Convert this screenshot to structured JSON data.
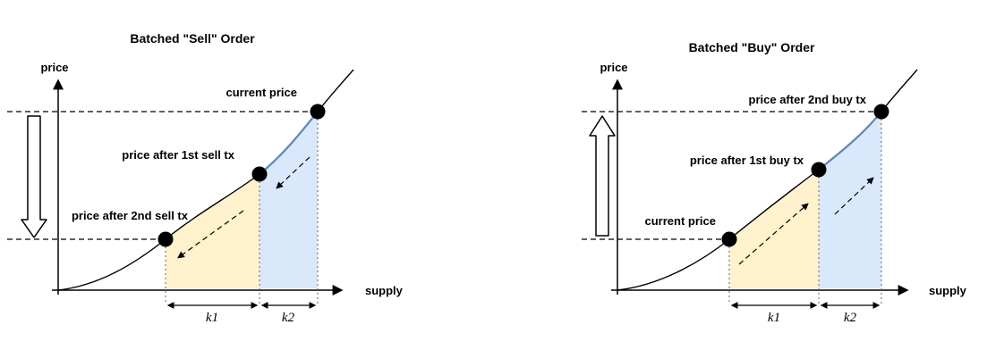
{
  "sell_panel": {
    "title": "Batched \"Sell\" Order",
    "price_axis": "price",
    "supply_axis": "supply",
    "labels": {
      "current": "current price",
      "after_first": "price after 1st sell tx",
      "after_second": "price after 2nd sell tx",
      "k1": "k1",
      "k2": "k2"
    }
  },
  "buy_panel": {
    "title": "Batched \"Buy\" Order",
    "price_axis": "price",
    "supply_axis": "supply",
    "labels": {
      "current": "current price",
      "after_first": "price after 1st buy tx",
      "after_second": "price after 2nd buy tx",
      "k1": "k1",
      "k2": "k2"
    }
  },
  "colors": {
    "region_k1": "#fff2cc",
    "region_k2": "#dae8fc",
    "curve_highlight": "#5b87c5",
    "ink": "#000000"
  }
}
